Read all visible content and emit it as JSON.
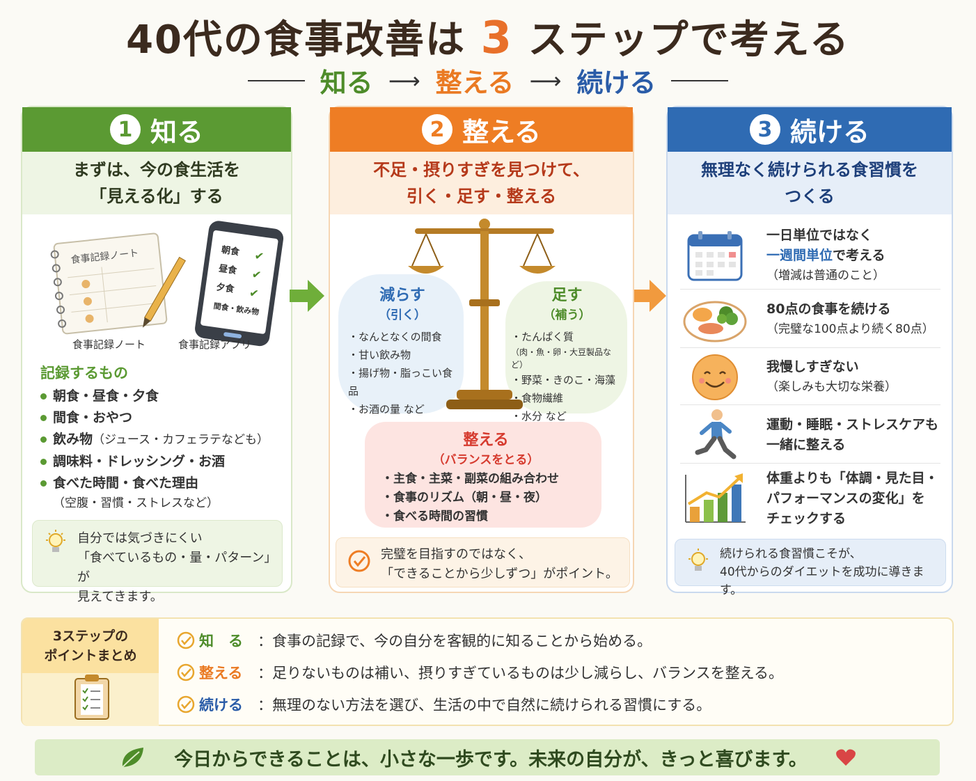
{
  "header": {
    "title_pre": "40代の食事改善は",
    "title_num": "3",
    "title_post": "ステップで考える",
    "step1": "知る",
    "step2": "整える",
    "step3": "続ける",
    "arrow": "⟶"
  },
  "card1": {
    "num": "1",
    "title": "知る",
    "sub_line1": "まずは、今の食生活を",
    "sub_line2": "「見える化」する",
    "notebook_title": "食事記録ノート",
    "app_items": [
      "朝食",
      "昼食",
      "夕食",
      "間食・飲み物"
    ],
    "caption_notebook": "食事記録ノート",
    "caption_app": "食事記録アプリ",
    "record_title": "記録するもの",
    "records": [
      {
        "main": "朝食・昼食・夕食",
        "small": "",
        "cont": ""
      },
      {
        "main": "間食・おやつ",
        "small": "",
        "cont": ""
      },
      {
        "main": "飲み物",
        "small": "（ジュース・カフェラテなども）",
        "cont": ""
      },
      {
        "main": "調味料・ドレッシング・お酒",
        "small": "",
        "cont": ""
      },
      {
        "main": "食べた時間・食べた理由",
        "small": "",
        "cont": "（空腹・習慣・ストレスなど）"
      }
    ],
    "tip_line1": "自分では気づきにくい",
    "tip_line2": "「食べているもの・量・パターン」が",
    "tip_line3": "見えてきます。"
  },
  "card2": {
    "num": "2",
    "title": "整える",
    "sub_line1": "不足・摂りすぎを見つけて、",
    "sub_line2": "引く・足す・整える",
    "reduce_title": "減らす",
    "reduce_sub": "（引く）",
    "reduce_items": [
      "なんとなくの間食",
      "甘い飲み物",
      "揚げ物・脂っこい食品",
      "お酒の量 など"
    ],
    "add_title": "足す",
    "add_sub": "（補う）",
    "add_item1": "たんぱく質",
    "add_item1_note": "（肉・魚・卵・大豆製品など）",
    "add_items": [
      "野菜・きのこ・海藻",
      "食物繊維",
      "水分 など"
    ],
    "balance_title": "整える",
    "balance_sub": "（バランスをとる）",
    "balance_items": [
      "主食・主菜・副菜の組み合わせ",
      "食事のリズム（朝・昼・夜）",
      "食べる時間の習慣"
    ],
    "tip_line1": "完璧を目指すのではなく、",
    "tip_line2": "「できることから少しずつ」がポイント。"
  },
  "card3": {
    "num": "3",
    "title": "続ける",
    "sub_line1": "無理なく続けられる食習慣を",
    "sub_line2": "つくる",
    "h1_line1": "一日単位ではなく",
    "h1_hl": "一週間単位",
    "h1_line2_rest": "で考える",
    "h1_small": "（増減は普通のこと）",
    "h2_line1": "80点の食事を続ける",
    "h2_small": "（完璧な100点より続く80点）",
    "h3_line1": "我慢しすぎない",
    "h3_small": "（楽しみも大切な栄養）",
    "h4_line1": "運動・睡眠・ストレスケアも",
    "h4_line2": "一緒に整える",
    "h5_line1": "体重よりも「体調・見た目・",
    "h5_line2": "パフォーマンスの変化」を",
    "h5_line3": "チェックする",
    "tip_line1": "続けられる食習慣こそが、",
    "tip_line2": "40代からのダイエットを成功に導きます。"
  },
  "summary": {
    "label_line1": "3ステップの",
    "label_line2": "ポイントまとめ",
    "rows": [
      {
        "key": "知　る",
        "text": "：食事の記録で、今の自分を客観的に知ることから始める。"
      },
      {
        "key": "整える",
        "text": "：足りないものは補い、摂りすぎているものは少し減らし、バランスを整える。"
      },
      {
        "key": "続ける",
        "text": "：無理のない方法を選び、生活の中で自然に続けられる習慣にする。"
      }
    ]
  },
  "footer": {
    "text": "今日からできることは、小さな一歩です。未来の自分が、きっと喜びます。"
  },
  "colors": {
    "green": "#5b9a33",
    "orange": "#ee7d24",
    "blue": "#2f6bb3",
    "red": "#d63b2f"
  },
  "icons": [
    "notebook-icon",
    "smartphone-icon",
    "arrow-right-icon",
    "scale-icon",
    "bulb-icon",
    "check-circle-icon",
    "calendar-icon",
    "meal-plate-icon",
    "smile-face-icon",
    "running-person-icon",
    "growth-chart-icon",
    "clipboard-icon",
    "leaf-icon",
    "heart-icon"
  ]
}
